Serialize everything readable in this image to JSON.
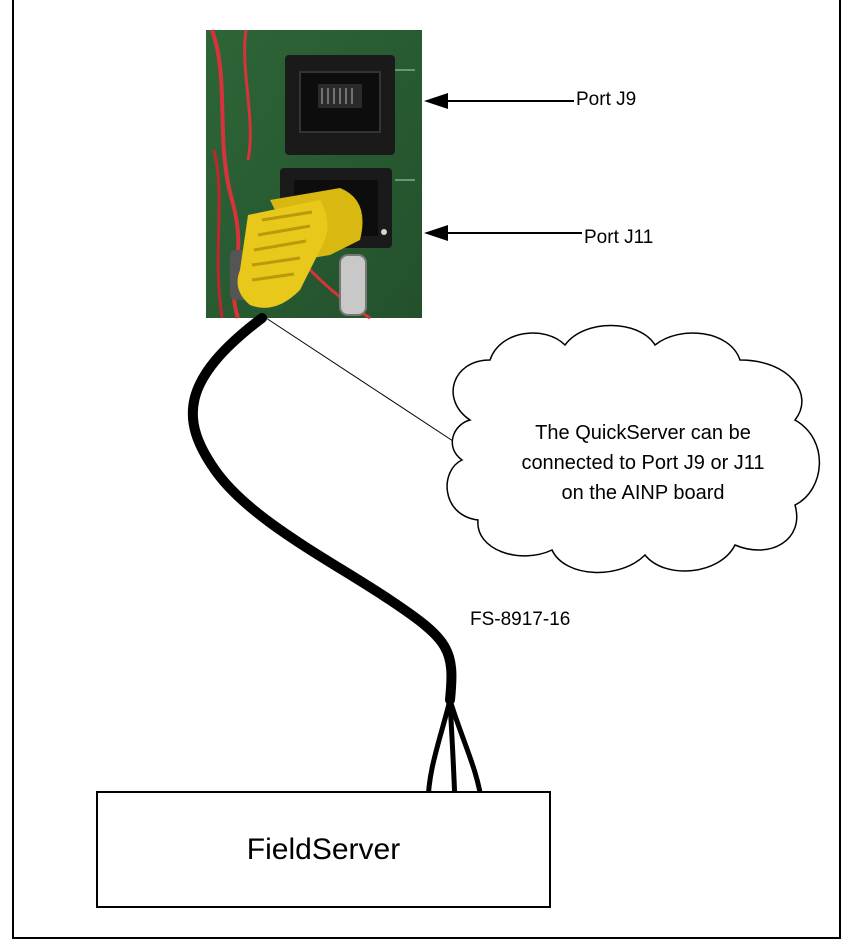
{
  "diagram": {
    "port_j9_label": "Port J9",
    "port_j11_label": "Port J11",
    "callout": {
      "line1": "The QuickServer can be",
      "line2": "connected to Port J9 or J11",
      "line3": "on the AINP board"
    },
    "cable_label": "FS-8917-16",
    "fieldserver_label": "FieldServer",
    "colors": {
      "board_green": "#2f6b3a",
      "connector_yellow": "#e8c81a",
      "jack_black": "#1a1a1a",
      "wire_red": "#d8333a",
      "cable": "#000000"
    }
  }
}
